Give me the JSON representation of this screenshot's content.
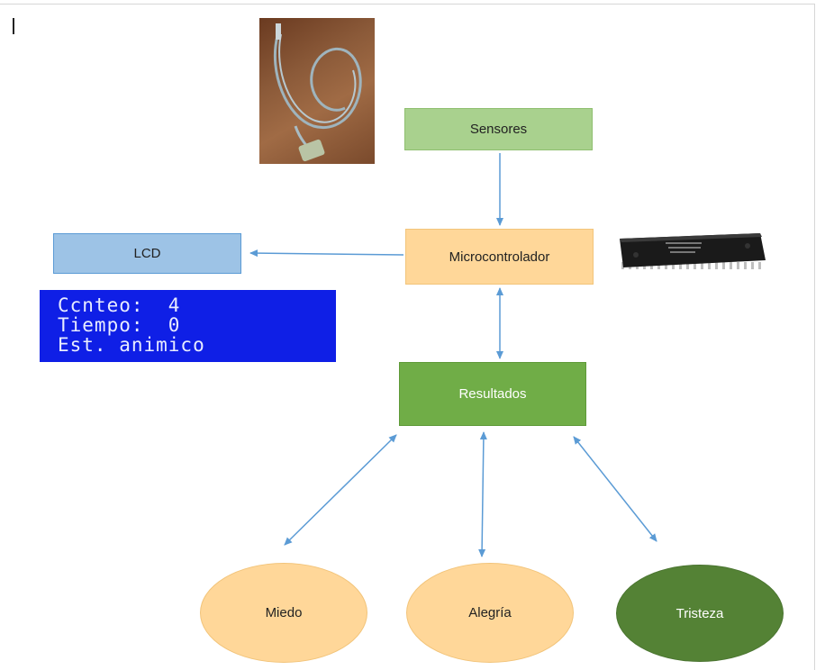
{
  "diagram": {
    "nodes": {
      "sensores": "Sensores",
      "microcontrolador": "Microcontrolador",
      "lcd": "LCD",
      "resultados": "Resultados",
      "miedo": "Miedo",
      "alegria": "Alegría",
      "tristeza": "Tristeza"
    },
    "lcd_display": {
      "line1": "Ccnteo:  4",
      "line2": "Tiempo:  0",
      "line3": "Est. animico"
    },
    "colors": {
      "green_light": "#a9d18e",
      "orange_light": "#ffd799",
      "blue_light": "#9dc3e6",
      "green": "#70ad47",
      "green_dark": "#548235",
      "lcd_blue": "#0f1fe6",
      "arrow": "#5b9bd5"
    },
    "icons": [
      "cable-photo",
      "microcontroller-chip-icon"
    ]
  }
}
